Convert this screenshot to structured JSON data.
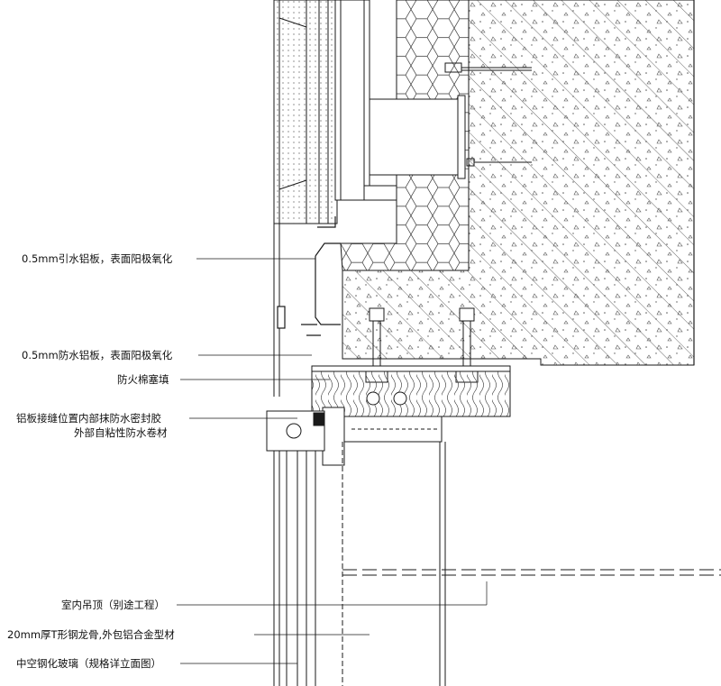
{
  "annotations": {
    "drainage_flashing": "0.5mm引水铝板，表面阳极氧化",
    "waterproof_flashing": "0.5mm防水铝板，表面阳极氧化",
    "fire_packing": "防火棉塞填",
    "joint_sealant_line1": "铝板接缝位置内部抹防水密封胶",
    "joint_sealant_line2": "外部自粘性防水卷材",
    "ceiling": "室内吊顶（别途工程）",
    "t_keel": "20mm厚T形钢龙骨,外包铝合金型材",
    "glass": "中空钢化玻璃（规格详立面图）"
  },
  "colors": {
    "line": "#1a1a1a",
    "concrete_hatch": "#333333",
    "background": "#ffffff"
  }
}
